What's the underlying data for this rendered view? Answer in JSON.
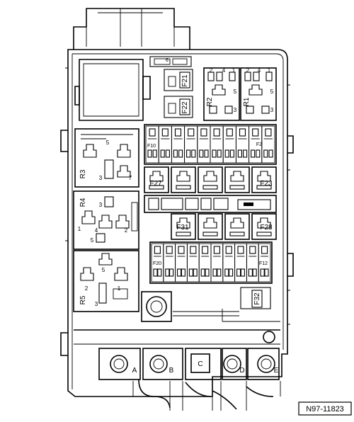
{
  "figure_id": "N97-11823",
  "fuse_labels": {
    "f10": "F10",
    "f2": "F2",
    "f12": "F12",
    "f20": "F20",
    "f21": "F21",
    "f22": "F22",
    "f23": "F23",
    "f27": "F27",
    "f28": "F28",
    "f31": "F31",
    "f32": "F32"
  },
  "relay_labels": {
    "r1": "R1",
    "r2": "R2",
    "r3": "R3",
    "r4": "R4",
    "r5": "R5"
  },
  "pin_labels": {
    "p1": "1",
    "p2": "2",
    "p3": "3",
    "p4": "4",
    "p5": "5",
    "p7": "7",
    "p6": "6"
  },
  "terminal_labels": {
    "a": "A",
    "b": "B",
    "c": "C",
    "d": "D",
    "e": "E"
  }
}
